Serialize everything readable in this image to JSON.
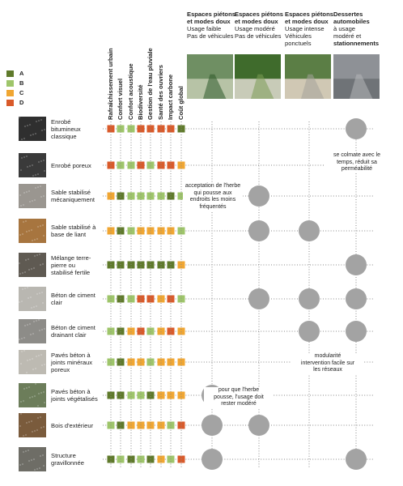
{
  "colors": {
    "A": "#5f7a2b",
    "B": "#9ec56a",
    "C": "#f0a632",
    "D": "#d95a2a",
    "bubble": "#a3a3a3",
    "dots": "#8a8a8a"
  },
  "legend": [
    {
      "grade": "A",
      "color": "#5f7a2b"
    },
    {
      "grade": "B",
      "color": "#9ec56a"
    },
    {
      "grade": "C",
      "color": "#f0a632"
    },
    {
      "grade": "D",
      "color": "#d95a2a"
    }
  ],
  "criteria": [
    "Rafraîchissement urbain",
    "Confort visuel",
    "Confort acoustique",
    "Biodiversité",
    "Gestion de l'eau pluviale",
    "Santé des ouvriers",
    "Impact carbone",
    "Coût global"
  ],
  "uses": [
    {
      "title_lines": [
        "Espaces piétons",
        "et modes doux"
      ],
      "sub_lines": [
        "Usage faible",
        "Pas de véhicules"
      ]
    },
    {
      "title_lines": [
        "Espaces piétons",
        "et modes doux"
      ],
      "sub_lines": [
        "Usage modéré",
        "Pas de véhicules"
      ]
    },
    {
      "title_lines": [
        "Espaces piétons",
        "et modes doux"
      ],
      "sub_lines": [
        "Usage intense",
        "Véhicules",
        "ponctuels"
      ]
    },
    {
      "title_lines": [
        "Dessertes",
        "automobiles"
      ],
      "sub_lines": [
        "à usage",
        "modéré et"
      ],
      "bold_tail": "stationnements"
    }
  ],
  "materials": [
    {
      "lines": [
        "Enrobé",
        "bitumineux",
        "classique"
      ],
      "grades": [
        "D",
        "B",
        "B",
        "D",
        "D",
        "D",
        "D",
        "A"
      ],
      "uses": [
        false,
        false,
        false,
        true
      ]
    },
    {
      "lines": [
        "Enrobé poreux"
      ],
      "grades": [
        "D",
        "B",
        "B",
        "D",
        "B",
        "D",
        "D",
        "C"
      ],
      "uses": [
        false,
        false,
        false,
        false
      ]
    },
    {
      "lines": [
        "Sable stabilisé",
        "mécaniquement"
      ],
      "grades": [
        "C",
        "A",
        "B",
        "B",
        "B",
        "B",
        "A",
        "B"
      ],
      "uses": [
        false,
        true,
        false,
        false
      ]
    },
    {
      "lines": [
        "Sable stabilisé à",
        "base de liant"
      ],
      "grades": [
        "C",
        "A",
        "B",
        "C",
        "C",
        "C",
        "C",
        "B"
      ],
      "uses": [
        false,
        true,
        true,
        false
      ]
    },
    {
      "lines": [
        "Mélange terre-",
        "pierre ou",
        "stabilisé fertile"
      ],
      "grades": [
        "A",
        "A",
        "A",
        "A",
        "A",
        "A",
        "A",
        "C"
      ],
      "uses": [
        false,
        false,
        false,
        true
      ]
    },
    {
      "lines": [
        "Béton de ciment",
        "clair"
      ],
      "grades": [
        "B",
        "A",
        "B",
        "D",
        "D",
        "C",
        "D",
        "B"
      ],
      "uses": [
        false,
        true,
        true,
        true
      ]
    },
    {
      "lines": [
        "Béton de ciment",
        "drainant clair"
      ],
      "grades": [
        "B",
        "A",
        "C",
        "D",
        "B",
        "C",
        "D",
        "C"
      ],
      "uses": [
        false,
        false,
        true,
        true
      ]
    },
    {
      "lines": [
        "Pavés béton à",
        "joints minéraux",
        "poreux"
      ],
      "grades": [
        "B",
        "A",
        "C",
        "C",
        "B",
        "C",
        "C",
        "C"
      ],
      "uses": [
        false,
        false,
        false,
        false
      ]
    },
    {
      "lines": [
        "Pavés béton à",
        "joints végétalisés"
      ],
      "grades": [
        "A",
        "A",
        "B",
        "B",
        "A",
        "C",
        "C",
        "C"
      ],
      "uses": [
        true,
        false,
        false,
        false
      ]
    },
    {
      "lines": [
        "Bois d'extérieur"
      ],
      "grades": [
        "B",
        "A",
        "C",
        "C",
        "C",
        "C",
        "B",
        "D"
      ],
      "uses": [
        true,
        true,
        false,
        false
      ]
    },
    {
      "lines": [
        "Structure",
        "gravillonnée"
      ],
      "grades": [
        "A",
        "B",
        "A",
        "B",
        "A",
        "C",
        "B",
        "D"
      ],
      "uses": [
        true,
        false,
        false,
        true
      ]
    }
  ],
  "notes": [
    {
      "lines": [
        "se colmate avec le",
        "temps, réduit sa",
        "perméabilité"
      ]
    },
    {
      "lines": [
        "acceptation de l'herbe",
        "qui pousse aux",
        "endroits les moins",
        "fréquentés"
      ]
    },
    {
      "lines": [
        "modularité",
        "intervention facile sur",
        "les réseaux"
      ]
    },
    {
      "lines": [
        "pour que l'herbe",
        "pousse, l'usage doit",
        "rester modéré"
      ]
    }
  ]
}
